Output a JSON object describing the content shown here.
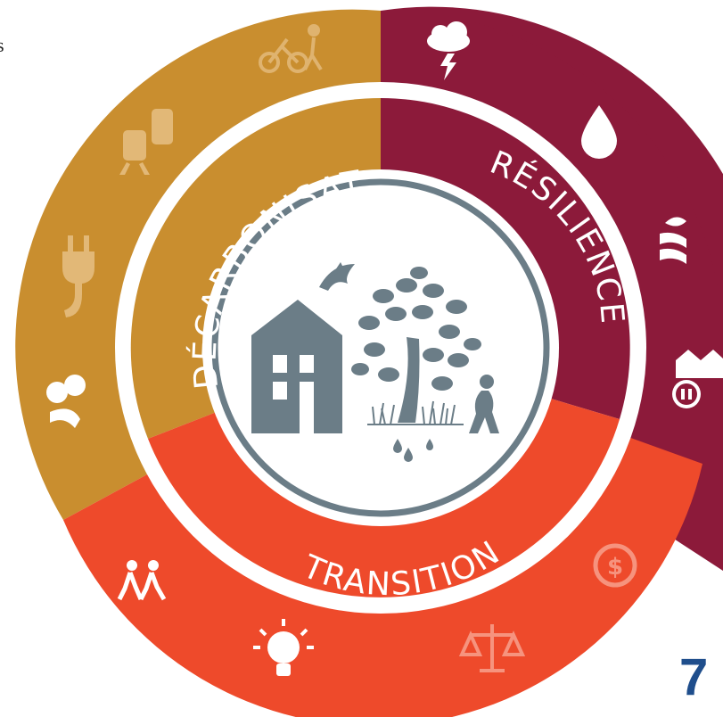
{
  "corner_fragment": "s",
  "page_number": "7",
  "labels": {
    "decarbonisation": "DÉCARBONISATION",
    "resilience": "RÉSILIENCE",
    "transition": "TRANSITION"
  },
  "colors": {
    "decarbonisation": "#C98E2F",
    "resilience": "#8C1A3A",
    "transition": "#EE4A2B",
    "center_icons": "#6B7D87",
    "page_number": "#1F4E8C"
  },
  "icons": {
    "decarbonisation": [
      "cyclist-pedestrian-icon",
      "train-bus-icon",
      "electric-plug-icon",
      "trees-icon"
    ],
    "resilience": [
      "storm-cloud-icon",
      "water-drop-icon",
      "agriculture-icon",
      "community-icon"
    ],
    "transition": [
      "walking-people-icon",
      "lightbulb-icon",
      "justice-scale-icon",
      "dollar-cycle-icon"
    ],
    "center": [
      "house-icon",
      "bird-icon",
      "tree-icon",
      "person-icon",
      "water-drops-icon"
    ]
  }
}
